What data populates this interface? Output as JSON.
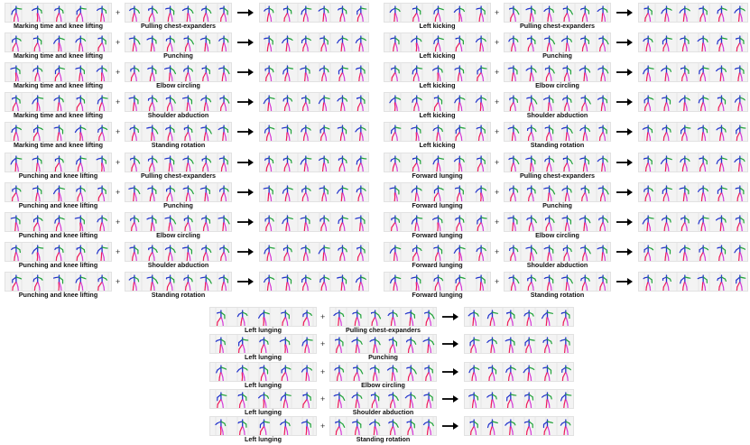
{
  "operators": {
    "plus": "+",
    "arrow": "→"
  },
  "colors": {
    "limb_red": "#ee1c5b",
    "limb_magenta": "#d63ad6",
    "limb_blue": "#2233cc",
    "limb_green": "#21a33a",
    "grid": "#d0d0d0",
    "strip_bg": "#f3f3f3"
  },
  "panels": [
    {
      "rows": [
        {
          "first": "Marking time and knee lifting",
          "second": "Pulling chest-expanders"
        },
        {
          "first": "Marking time and knee lifting",
          "second": "Punching"
        },
        {
          "first": "Marking time and knee lifting",
          "second": "Elbow circling"
        },
        {
          "first": "Marking time and knee lifting",
          "second": "Shoulder abduction"
        },
        {
          "first": "Marking time and knee lifting",
          "second": "Standing rotation"
        },
        {
          "first": "Punching and knee lifting",
          "second": "Pulling chest-expanders"
        },
        {
          "first": "Punching and knee lifting",
          "second": "Punching"
        },
        {
          "first": "Punching and knee lifting",
          "second": "Elbow circling"
        },
        {
          "first": "Punching and knee lifting",
          "second": "Shoulder abduction"
        },
        {
          "first": "Punching and knee lifting",
          "second": "Standing rotation"
        }
      ]
    },
    {
      "rows": [
        {
          "first": "Left kicking",
          "second": "Pulling chest-expanders"
        },
        {
          "first": "Left kicking",
          "second": "Punching"
        },
        {
          "first": "Left kicking",
          "second": "Elbow circling"
        },
        {
          "first": "Left kicking",
          "second": "Shoulder abduction"
        },
        {
          "first": "Left kicking",
          "second": "Standing rotation"
        },
        {
          "first": "Forward lunging",
          "second": "Pulling chest-expanders"
        },
        {
          "first": "Forward lunging",
          "second": "Punching"
        },
        {
          "first": "Forward lunging",
          "second": "Elbow circling"
        },
        {
          "first": "Forward lunging",
          "second": "Shoulder abduction"
        },
        {
          "first": "Forward lunging",
          "second": "Standing rotation"
        }
      ]
    },
    {
      "rows": [
        {
          "first": "Left lunging",
          "second": "Pulling chest-expanders"
        },
        {
          "first": "Left lunging",
          "second": "Punching"
        },
        {
          "first": "Left lunging",
          "second": "Elbow circling"
        },
        {
          "first": "Left lunging",
          "second": "Shoulder abduction"
        },
        {
          "first": "Left lunging",
          "second": "Standing rotation"
        }
      ]
    }
  ]
}
